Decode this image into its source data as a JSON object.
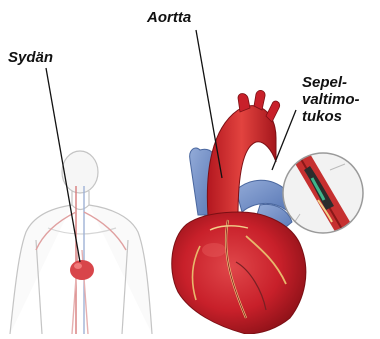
{
  "labels": {
    "heart": "Sydän",
    "aorta": "Aortta",
    "artery_line1": "Sepel-",
    "artery_line2": "valtimo-",
    "artery_line3": "tukos"
  },
  "colors": {
    "heart_red": "#c8202a",
    "vessel_blue": "#6f8fc7",
    "body_outline": "#b9b9b9",
    "pointer_line": "#111111"
  }
}
